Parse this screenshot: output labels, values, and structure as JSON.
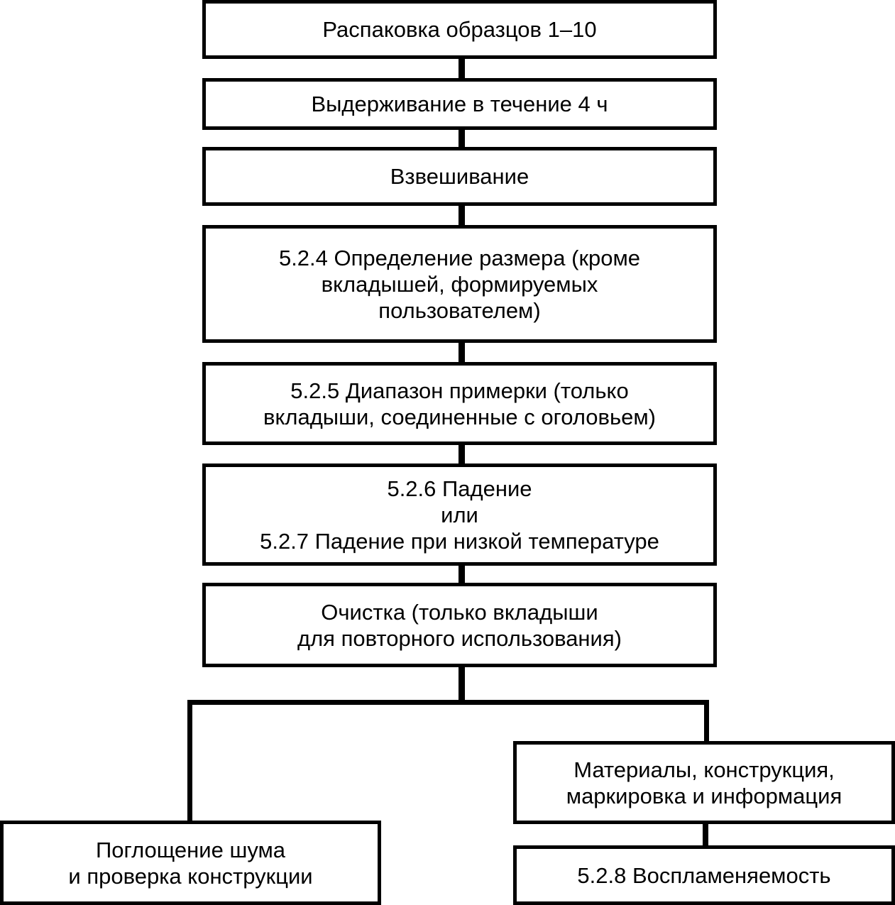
{
  "diagram": {
    "boxes": {
      "unpack": {
        "lines": [
          "Распаковка образцов 1–10"
        ]
      },
      "hold": {
        "lines": [
          "Выдерживание в течение 4 ч"
        ]
      },
      "weigh": {
        "lines": [
          "Взвешивание"
        ]
      },
      "size": {
        "lines": [
          "5.2.4 Определение размера (кроме",
          "вкладышей, формируемых",
          "пользователем)"
        ]
      },
      "fit": {
        "lines": [
          "5.2.5 Диапазон примерки (только",
          "вкладыши, соединенные с оголовьем)"
        ]
      },
      "drop": {
        "lines": [
          "5.2.6 Падение",
          "или",
          "5.2.7 Падение при низкой температуре"
        ]
      },
      "clean": {
        "lines": [
          "Очистка (только вкладыши",
          "для повторного использования)"
        ]
      },
      "noise": {
        "lines": [
          "Поглощение шума",
          "и проверка конструкции"
        ]
      },
      "materials": {
        "lines": [
          "Материалы, конструкция,",
          "маркировка и информация"
        ]
      },
      "flammability": {
        "lines": [
          "5.2.8 Воспламеняемость"
        ]
      }
    }
  }
}
